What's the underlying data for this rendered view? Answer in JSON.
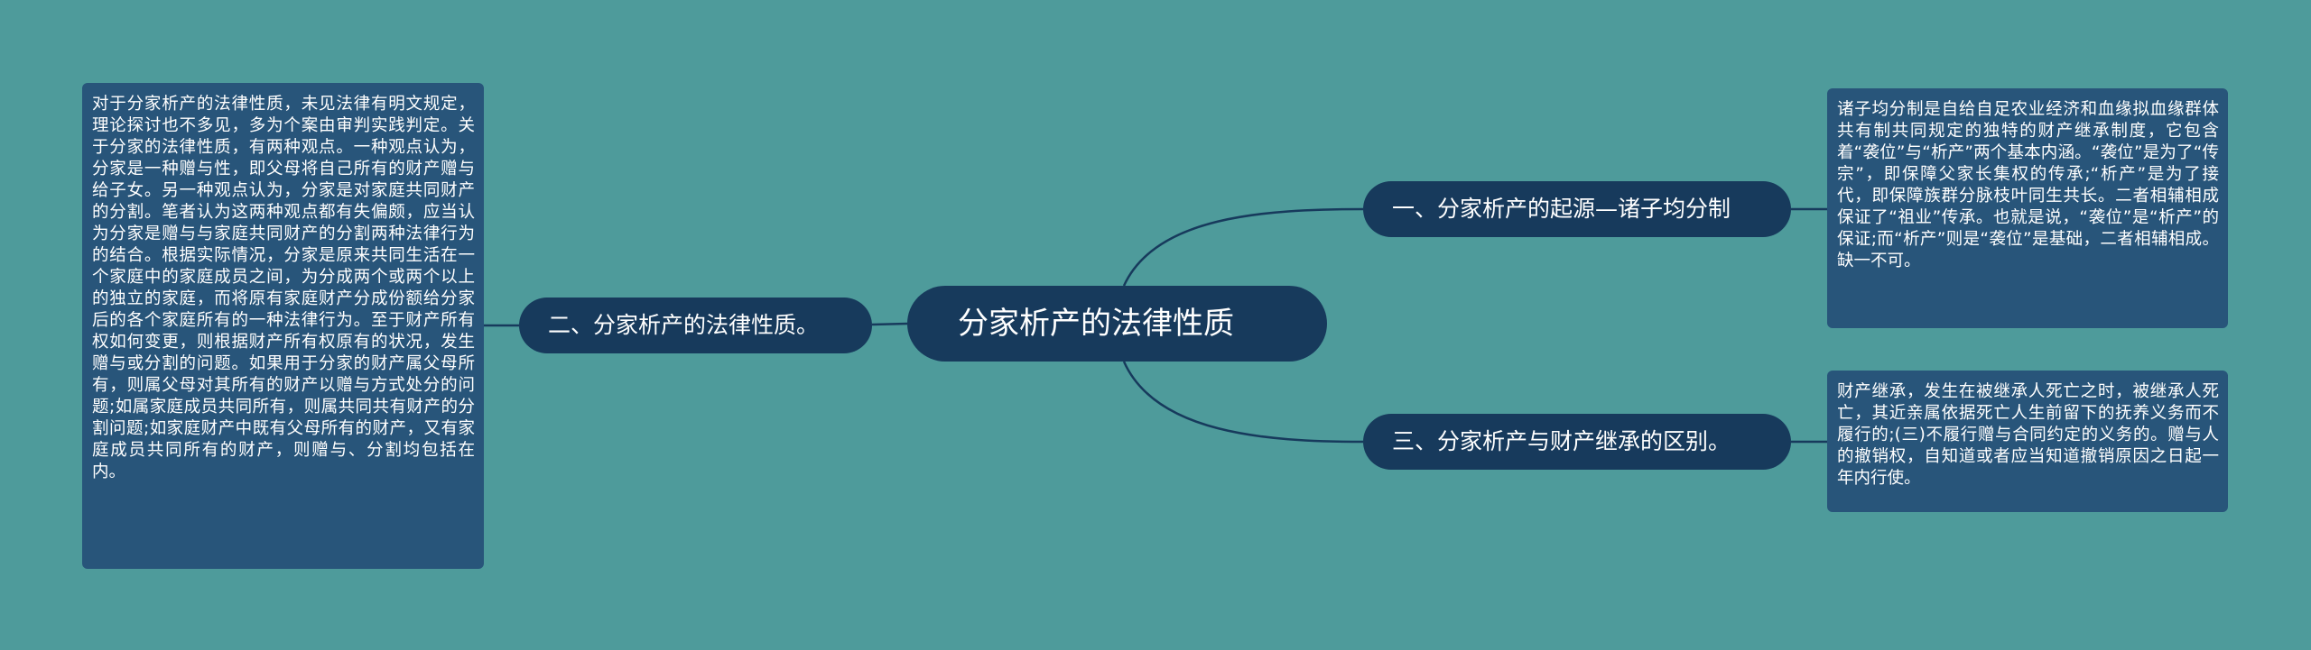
{
  "colors": {
    "background": "#4e9b9b",
    "root_fill": "#173a5c",
    "branch_fill": "#173a5c",
    "leaf_fill": "#28557a",
    "line": "#173a5c",
    "text": "#ffffff"
  },
  "root": {
    "label": "分家析产的法律性质"
  },
  "branches": [
    {
      "label": "一、分家析产的起源—诸子均分制",
      "detail": "诸子均分制是自给自足农业经济和血缘拟血缘群体共有制共同规定的独特的财产继承制度，它包含着“袭位”与“析产”两个基本内涵。“袭位”是为了“传宗”，即保障父家长集权的传承;“析产”是为了接代，即保障族群分脉枝叶同生共长。二者相辅相成保证了“祖业”传承。也就是说，“袭位”是“析产”的保证;而“析产”则是“袭位”是基础，二者相辅相成。缺一不可。"
    },
    {
      "label": "二、分家析产的法律性质。",
      "detail": "对于分家析产的法律性质，未见法律有明文规定，理论探讨也不多见，多为个案由审判实践判定。关于分家的法律性质，有两种观点。一种观点认为，分家是一种赠与性，即父母将自己所有的财产赠与给子女。另一种观点认为，分家是对家庭共同财产的分割。笔者认为这两种观点都有失偏颇，应当认为分家是赠与与家庭共同财产的分割两种法律行为的结合。根据实际情况，分家是原来共同生活在一个家庭中的家庭成员之间，为分成两个或两个以上的独立的家庭，而将原有家庭财产分成份额给分家后的各个家庭所有的一种法律行为。至于财产所有权如何变更，则根据财产所有权原有的状况，发生赠与或分割的问题。如果用于分家的财产属父母所有，则属父母对其所有的财产以赠与方式处分的问题;如属家庭成员共同所有，则属共同共有财产的分割问题;如家庭财产中既有父母所有的财产，又有家庭成员共同所有的财产，则赠与、分割均包括在内。"
    },
    {
      "label": "三、分家析产与财产继承的区别。",
      "detail": "财产继承，发生在被继承人死亡之时，被继承人死亡，其近亲属依据死亡人生前留下的抚养义务而不履行的;(三)不履行赠与合同约定的义务的。赠与人的撤销权，自知道或者应当知道撤销原因之日起一年内行使。"
    }
  ]
}
